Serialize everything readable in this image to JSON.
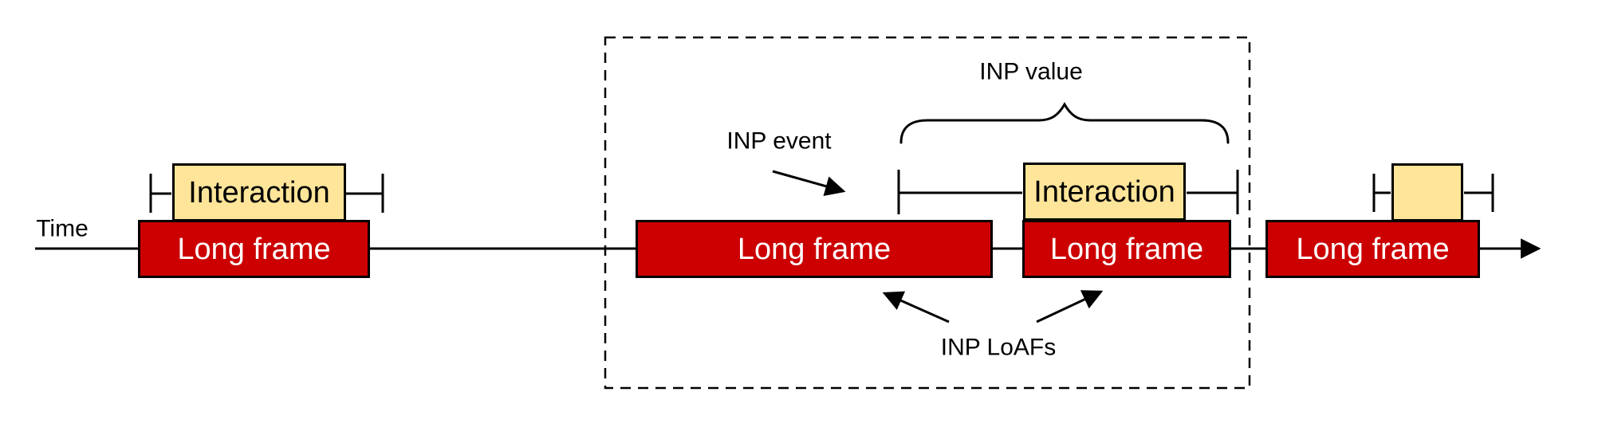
{
  "labels": {
    "time": "Time",
    "inp_event": "INP event",
    "inp_value": "INP value",
    "inp_loafs": "INP LoAFs"
  },
  "long_frames": [
    {
      "label": "Long frame"
    },
    {
      "label": "Long frame"
    },
    {
      "label": "Long frame"
    },
    {
      "label": "Long frame"
    }
  ],
  "interactions": [
    {
      "label": "Interaction"
    },
    {
      "label": "Interaction"
    },
    {
      "label": ""
    }
  ],
  "colors": {
    "long_frame_fill": "#cc0000",
    "long_frame_text": "#ffffff",
    "interaction_fill": "#ffe599",
    "interaction_text": "#000000",
    "stroke": "#000000",
    "background": "#ffffff"
  }
}
